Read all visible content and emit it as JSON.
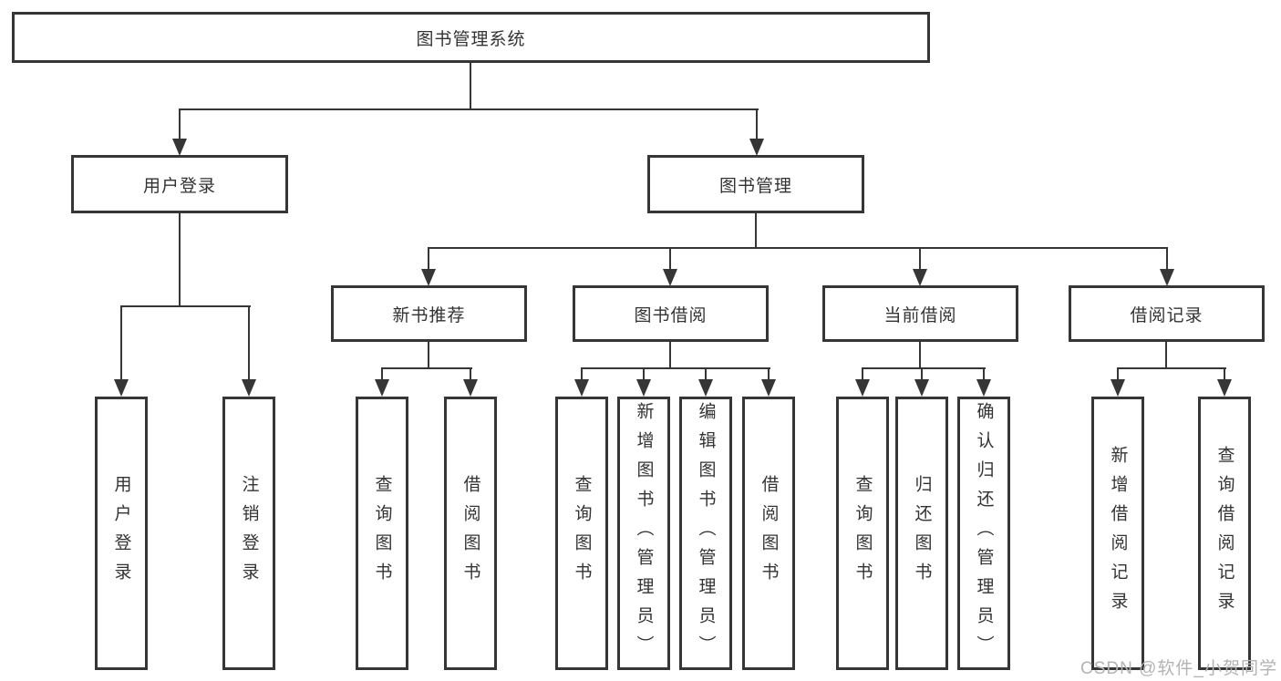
{
  "tree": {
    "label": "图书管理系统",
    "children": [
      {
        "label": "用户登录",
        "children": [
          {
            "label": "用户登录"
          },
          {
            "label": "注销登录"
          }
        ]
      },
      {
        "label": "图书管理",
        "children": [
          {
            "label": "新书推荐",
            "children": [
              {
                "label": "查询图书"
              },
              {
                "label": "借阅图书"
              }
            ]
          },
          {
            "label": "图书借阅",
            "children": [
              {
                "label": "查询图书"
              },
              {
                "label": "新增图书（管理员）"
              },
              {
                "label": "编辑图书（管理员）"
              },
              {
                "label": "借阅图书"
              }
            ]
          },
          {
            "label": "当前借阅",
            "children": [
              {
                "label": "查询图书"
              },
              {
                "label": "归还图书"
              },
              {
                "label": "确认归还（管理员）"
              }
            ]
          },
          {
            "label": "借阅记录",
            "children": [
              {
                "label": "新增借阅记录"
              },
              {
                "label": "查询借阅记录"
              }
            ]
          }
        ]
      }
    ]
  },
  "watermark": {
    "text": "CSDN @软件_小贺同学"
  },
  "colors": {
    "line": "#363636",
    "text": "#333333",
    "box_bg": "#ffffff",
    "page_bg": "#ffffff",
    "watermark": "#b3b3b3"
  }
}
